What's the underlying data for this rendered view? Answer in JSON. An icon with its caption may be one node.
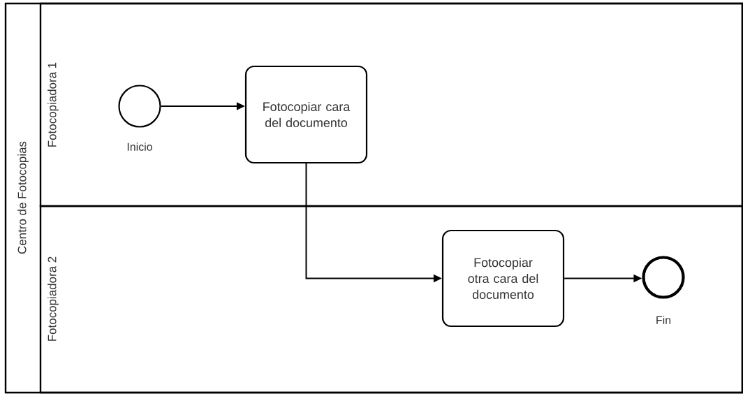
{
  "diagram": {
    "nodes": [
      {
        "text": [
          "Centro de Fotocopias"
        ]
      },
      {
        "text": [
          "Fotocopiadora 1"
        ],
        "in": 0
      },
      {
        "text": [
          "Fotocopiadora 2"
        ],
        "in": 0
      },
      {
        "text": [],
        "shape": "circle",
        "beside": [
          "Inicio"
        ],
        "in": 1
      },
      {
        "text": [
          "Fotocopiar cara del documento"
        ],
        "in": 1
      },
      {
        "text": [
          "Fotocopiar otra cara del documento"
        ],
        "in": 2
      },
      {
        "text": [],
        "shape": "circle",
        "beside": [
          "Fin"
        ],
        "in": 2
      }
    ],
    "edges": [
      {
        "from": 3,
        "to": 4,
        "arrow": "to"
      },
      {
        "from": 4,
        "to": 5,
        "arrow": "to"
      },
      {
        "from": 5,
        "to": 6,
        "arrow": "to"
      }
    ]
  }
}
